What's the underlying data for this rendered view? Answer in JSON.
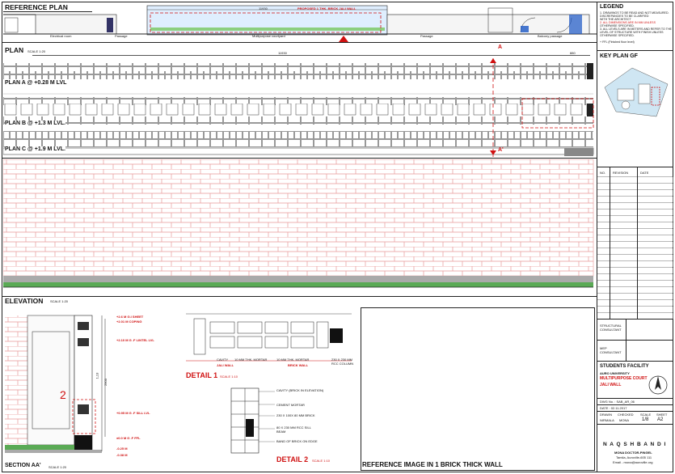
{
  "ref_plan": {
    "title": "REFERENCE PLAN",
    "dimension": "11930",
    "proposed_note": "PROPOSED 1 THK. BRICK JALI WALL",
    "rooms": [
      "Electrical room",
      "Passage",
      "Multipurpose courtyard",
      "Passage",
      "Balcony passage"
    ]
  },
  "plan": {
    "title": "PLAN",
    "scale": "SCALE 1:20",
    "dim_total": "11930",
    "dim_right": "880",
    "section_top": "A",
    "section_bottom": "A'",
    "level_a": "PLAN A @ +0.28 M LVL",
    "level_b": "PLAN B @ +1.3 M LVL.",
    "level_c": "PLAN C @ +1.9 M LVL."
  },
  "elevation": {
    "title": "ELEVATION",
    "scale": "SCALE 1:20"
  },
  "section": {
    "title": "SECTION AA'",
    "scale": "SCALE 1:20",
    "marker": "2",
    "height_dim": "2900",
    "mid_dim": "1,13",
    "levels": [
      "+2.6 M G.I SHEET",
      "+2.01 M  COPING",
      "+2.10 M  G .F LINTEL LVL",
      "+0.95 M  G .F SILL LVL",
      "±0.0 M  G .F FFL",
      "-0.25 M",
      "-0.38 M"
    ]
  },
  "detail1": {
    "title": "DETAIL 1",
    "scale": "SCALE 1:10",
    "notes": [
      "CAVITY",
      "10 MM THK. MORTAR",
      "10 MM THK. MORTAR",
      "230 X 230 MM RCC COLUMN"
    ],
    "labels": [
      "JALI WALL",
      "BRICK WALL"
    ]
  },
  "detail2": {
    "title": "DETAIL 2",
    "scale": "SCALE 1:10",
    "notes": [
      "CAVITY (BRICK IN ELEVATION)",
      "CEMENT MORTAR",
      "230 X 100X 80 MM BRICK",
      "80 X 230 MM RCC SILL BEAM",
      "BAND OF BRICK ON EDGE"
    ]
  },
  "reference_image": {
    "title": "REFERENCE IMAGE IN 1 BRICK THICK WALL"
  },
  "legend": {
    "title": "LEGEND",
    "items": [
      "1. DRAWINGS TO BE READ AND NOT MEASURED.",
      "   DISCREPANCIES TO BE CLARIFIED",
      "   WITH THE ARCHITECT",
      "2. ALL DIMENSIONS ARE IN MM UNLESS",
      "   OTHERWISE SPECIFIED.",
      "3. ALL LEVELS ARE IN METERS AND REFER TO THE",
      "   LEVEL OF STRUCTURE WITH FINISH UNLESS",
      "   OTHERWISE SPECIFIED.",
      "+ FFL (Finished floor level)"
    ]
  },
  "key_plan": {
    "title": "KEY PLAN GF"
  },
  "revisions": {
    "headers": [
      "NO.",
      "REVISION",
      "DATE"
    ]
  },
  "consultants": {
    "structural": "STRUCTURAL CONSULTANT",
    "mep": "MEP CONSULTANT"
  },
  "title_block": {
    "project": "STUDENTS FACILITY",
    "university": "AURO UNIVERSITY",
    "building": "MULTIPURPOSE COURT",
    "drawing": "JALI WALL",
    "dwg_no": "DWG No. : SAB_AR_06",
    "date": "DATE : 02.11.2017",
    "labels": [
      "DRAWN",
      "CHECKED",
      "SCALE",
      "SHEET"
    ],
    "label2": [
      "NIRMALA",
      "MONA",
      "1/8",
      "A2"
    ],
    "firm": "N A Q S H B A N D I",
    "address_1": "MONA  DOCTOR-PINGEL",
    "address_2": "Tamila, Auroville-605 111",
    "email": "Email - mona@auroville.org"
  },
  "colors": {
    "accent_red": "#d01010",
    "brick_line": "#e89898",
    "ground_green": "#5aaa55"
  }
}
